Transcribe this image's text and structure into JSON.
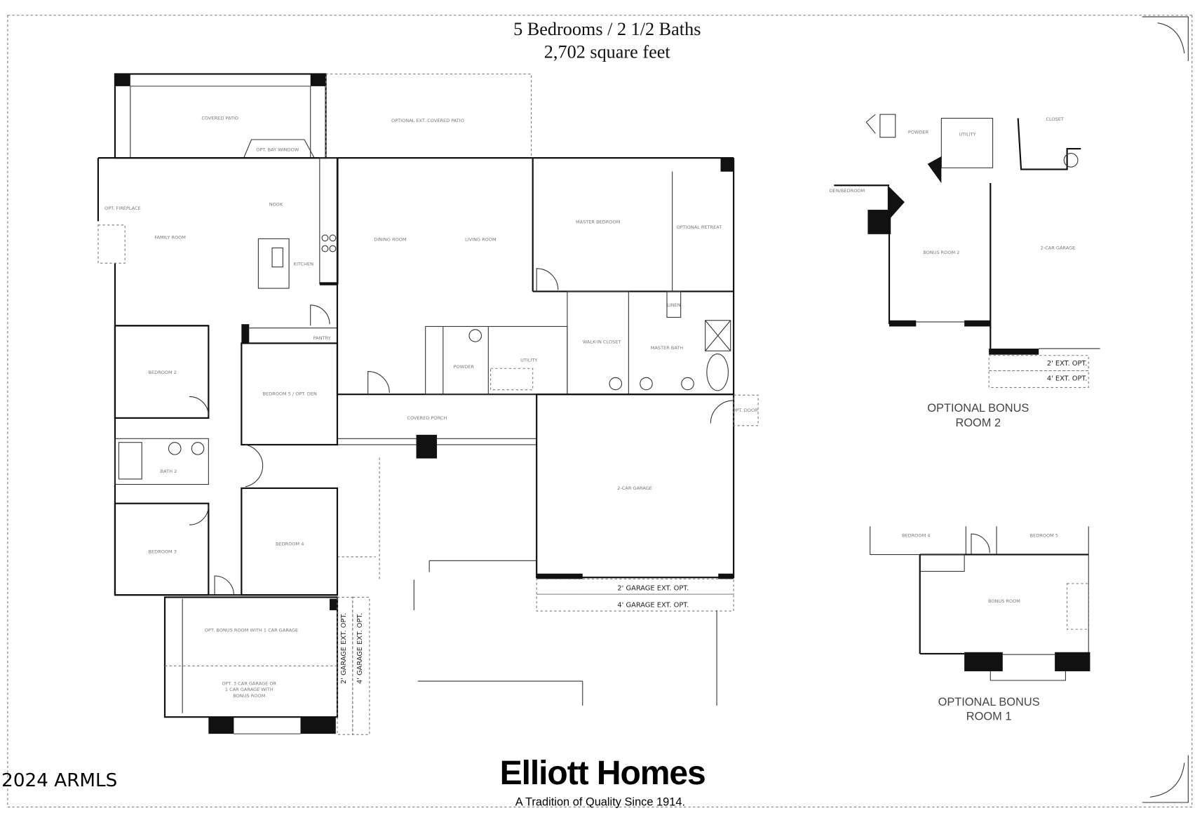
{
  "header": {
    "line1": "5 Bedrooms / 2 1/2 Baths",
    "line2": "2,702 square feet"
  },
  "rooms": {
    "covered_patio": "COVERED PATIO",
    "opt_ext_patio": "OPTIONAL EXT. COVERED PATIO",
    "bay_window": "OPT. BAY WINDOW",
    "nook": "NOOK",
    "fireplace": "OPT. FIREPLACE",
    "family_room": "FAMILY ROOM",
    "kitchen": "KITCHEN",
    "dining_room": "DINING ROOM",
    "living_room": "LIVING ROOM",
    "master_bedroom": "MASTER BEDROOM",
    "master_retreat": "OPTIONAL RETREAT",
    "walkin_closet": "WALK-IN CLOSET",
    "master_bath": "MASTER BATH",
    "linen": "LINEN",
    "powder": "POWDER",
    "utility": "UTILITY",
    "pantry": "PANTRY",
    "bedroom2": "BEDROOM 2",
    "bath2": "BATH 2",
    "bedroom3": "BEDROOM 3",
    "bedroom5": "BEDROOM 5 / OPT. DEN",
    "bedroom4": "BEDROOM 4",
    "covered_porch": "COVERED PORCH",
    "garage": "2-CAR GARAGE",
    "opt_door": "OPT. DOOR",
    "garage_ext2": "2' GARAGE EXT. OPT.",
    "garage_ext4": "4' GARAGE EXT. OPT.",
    "opt_bonus_1car": "OPT. BONUS ROOM WITH 1 CAR GARAGE",
    "opt_3car_a": "OPT. 3 CAR GARAGE OR",
    "opt_3car_b": "1 CAR GARAGE WITH",
    "opt_3car_c": "BONUS ROOM",
    "garage_ext_v2": "2' GARAGE EXT. OPT.",
    "garage_ext_v4": "4' GARAGE EXT. OPT."
  },
  "bonus2": {
    "powder": "POWDER",
    "utility": "UTILITY",
    "closet": "CLOSET",
    "bedroom": "DEN/BEDROOM",
    "bonus_room": "BONUS ROOM 2",
    "garage": "2-CAR GARAGE",
    "ext2": "2' EXT. OPT.",
    "ext4": "4' EXT. OPT.",
    "caption1": "OPTIONAL BONUS",
    "caption2": "ROOM 2"
  },
  "bonus1": {
    "bedroom": "BEDROOM 4",
    "bedroom2": "BEDROOM 5",
    "bonus_room": "BONUS ROOM",
    "caption1": "OPTIONAL BONUS",
    "caption2": "ROOM 1"
  },
  "logo": {
    "name": "Elliott Homes",
    "tagline": "A Tradition of Quality Since 1914."
  },
  "watermark": "2024 ARMLS"
}
